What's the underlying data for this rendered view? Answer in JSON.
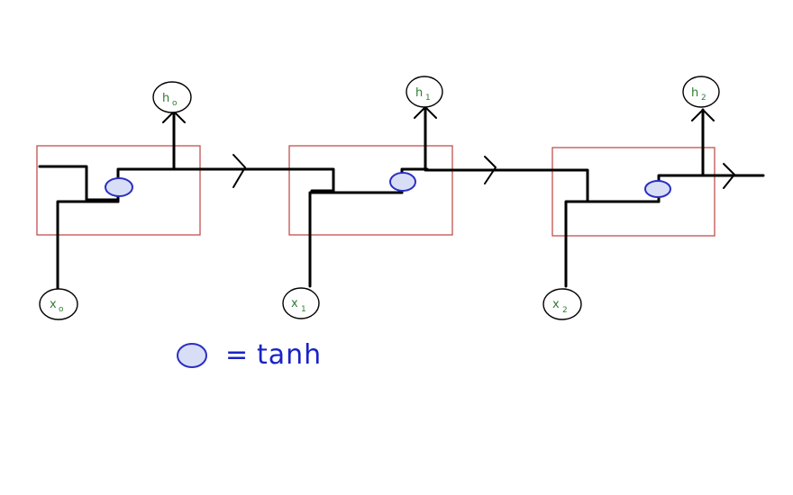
{
  "colors": {
    "cell_box": "#c0504d",
    "wire": "#000000",
    "tanh_stroke": "#2a2fc0",
    "tanh_fill": "#d9def7",
    "node_text": "#2e7d32",
    "legend_text": "#1a23c4"
  },
  "cells": [
    {
      "input": {
        "letter": "x",
        "sub": "o"
      },
      "output": {
        "letter": "h",
        "sub": "o"
      }
    },
    {
      "input": {
        "letter": "x",
        "sub": "1"
      },
      "output": {
        "letter": "h",
        "sub": "1"
      }
    },
    {
      "input": {
        "letter": "x",
        "sub": "2"
      },
      "output": {
        "letter": "h",
        "sub": "2"
      }
    }
  ],
  "legend": {
    "equals": "=",
    "label": "tanh"
  }
}
